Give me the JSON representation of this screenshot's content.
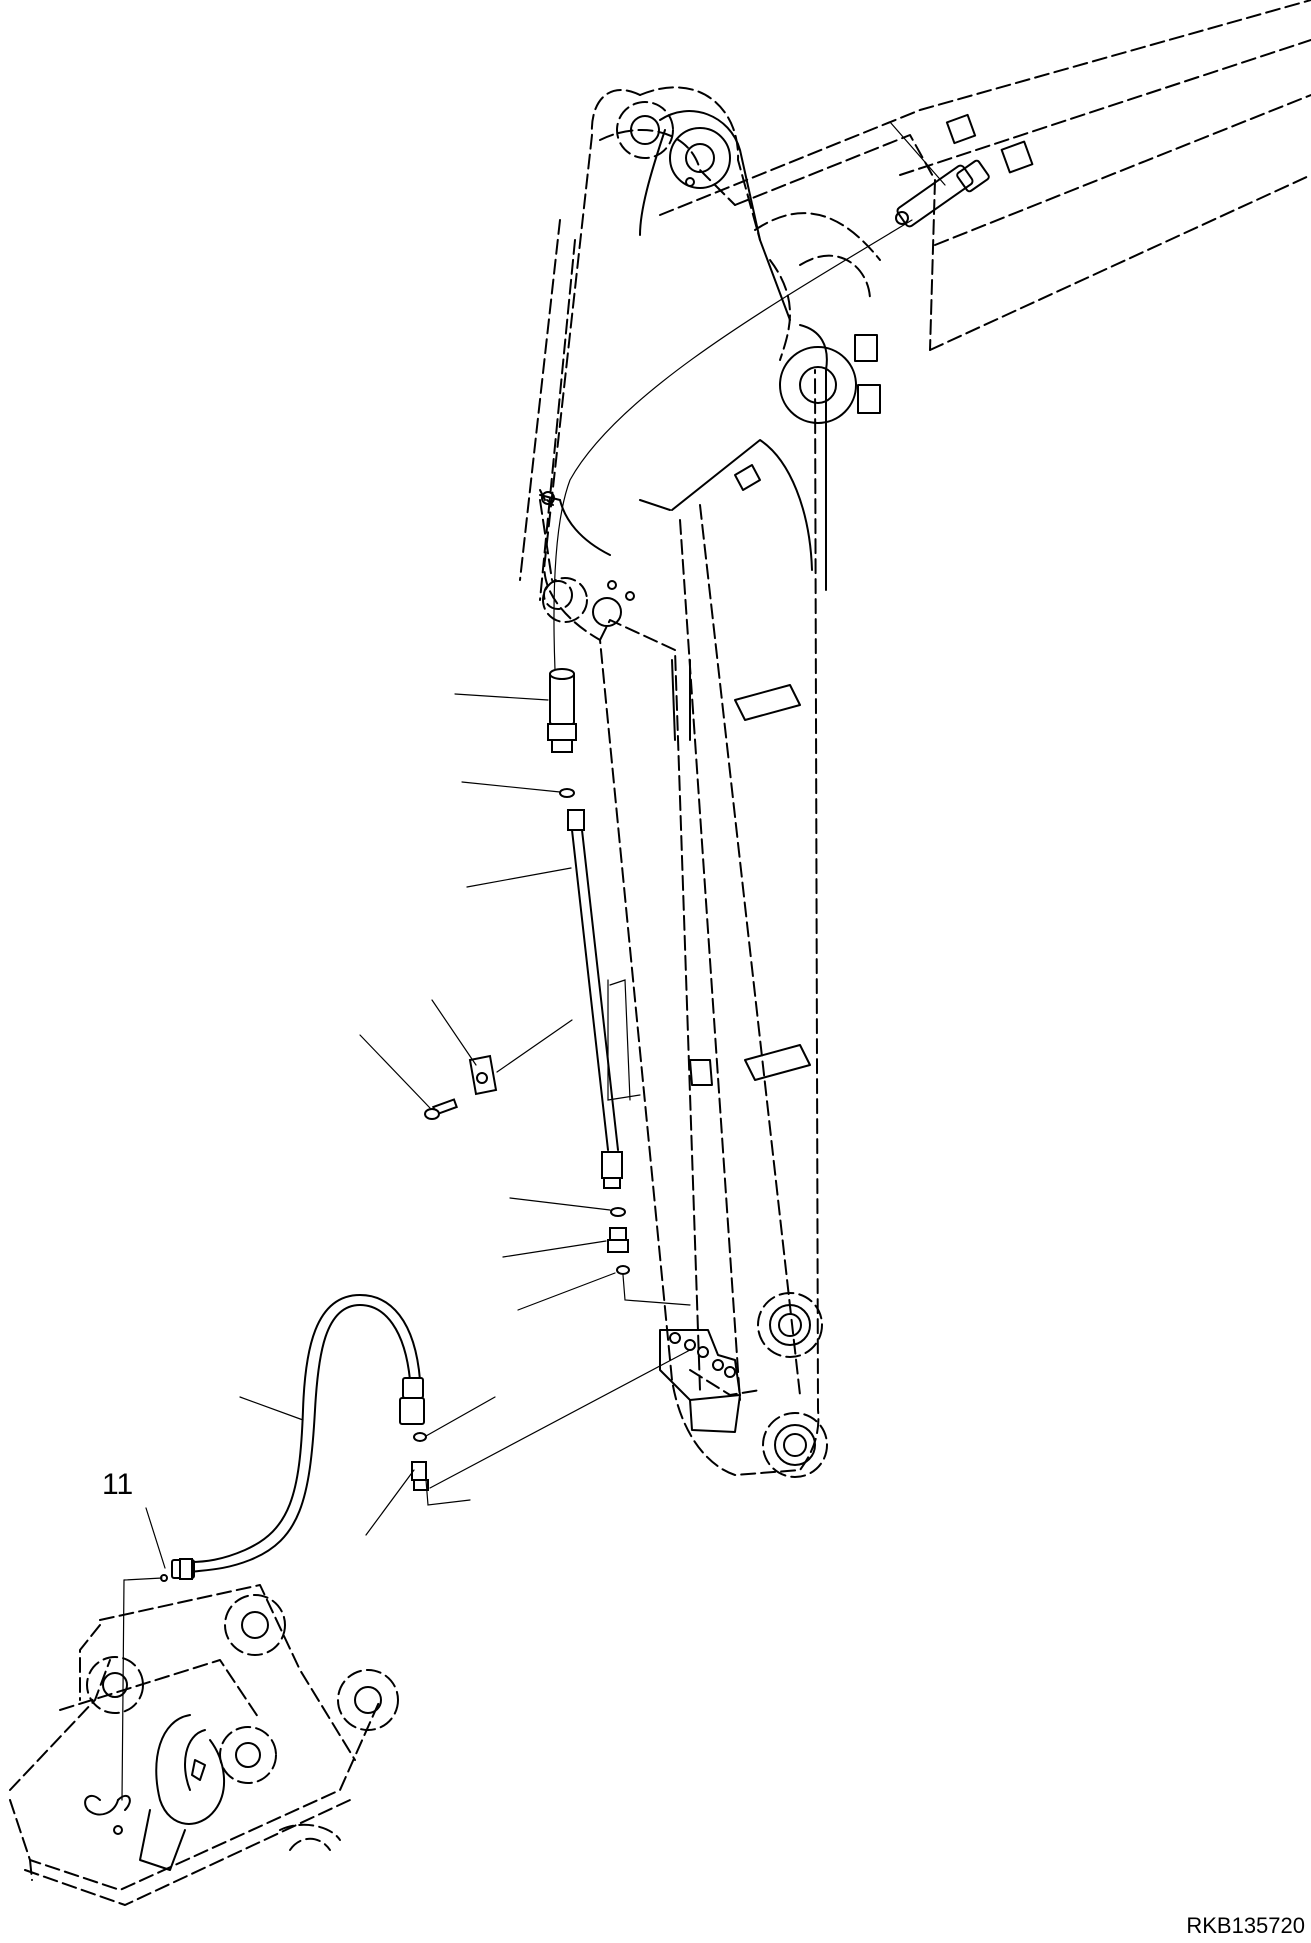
{
  "diagram": {
    "callouts": [
      {
        "id": "callout-11",
        "number": "11"
      }
    ],
    "drawing_code": "RKB135720"
  }
}
